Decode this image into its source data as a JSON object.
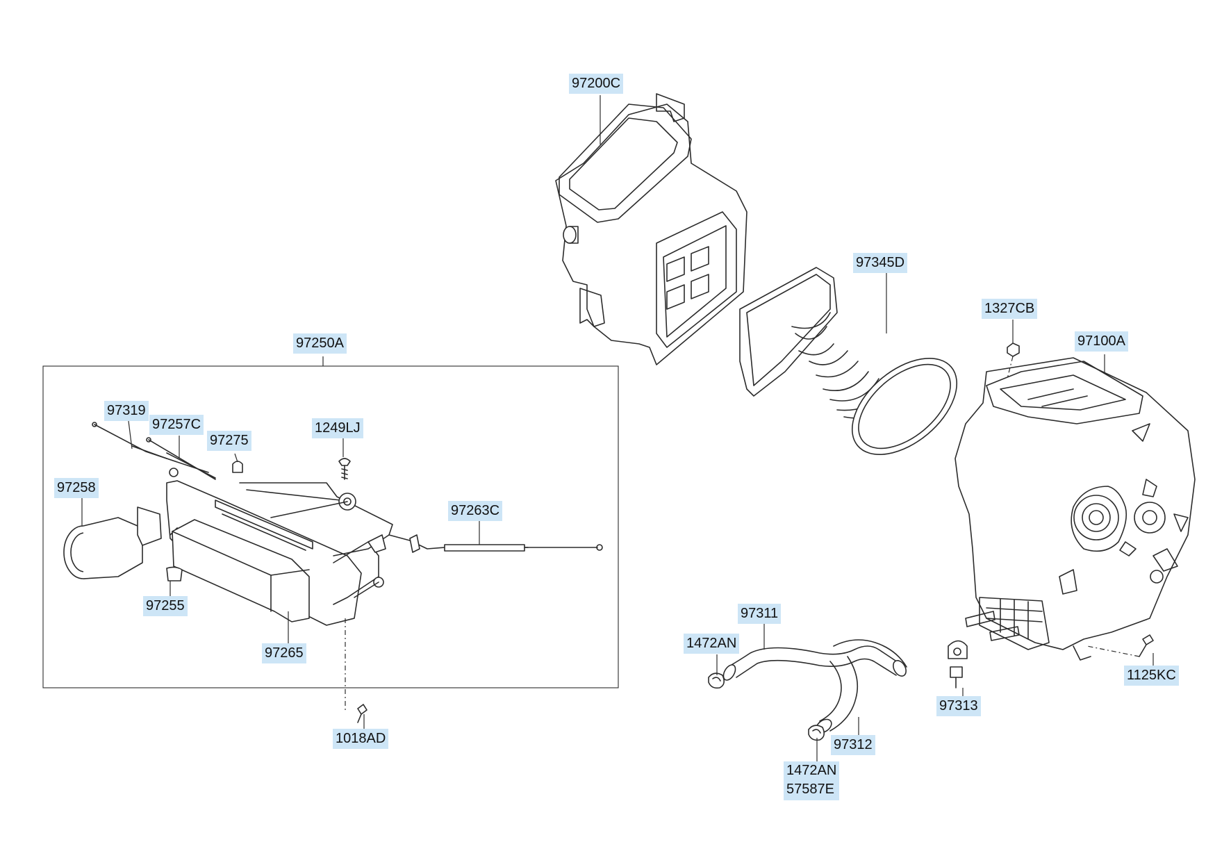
{
  "diagram": {
    "colors": {
      "label_bg": "#cde5f6",
      "line": "#2b2b2b",
      "background": "#ffffff"
    },
    "assembly_box_label": "97250A",
    "callouts": [
      {
        "id": "97200C",
        "text": "97200C"
      },
      {
        "id": "97345D",
        "text": "97345D"
      },
      {
        "id": "1327CB",
        "text": "1327CB"
      },
      {
        "id": "97100A",
        "text": "97100A"
      },
      {
        "id": "97250A",
        "text": "97250A"
      },
      {
        "id": "97319",
        "text": "97319"
      },
      {
        "id": "97257C",
        "text": "97257C"
      },
      {
        "id": "97275",
        "text": "97275"
      },
      {
        "id": "1249LJ",
        "text": "1249LJ"
      },
      {
        "id": "97258",
        "text": "97258"
      },
      {
        "id": "97263C",
        "text": "97263C"
      },
      {
        "id": "97255",
        "text": "97255"
      },
      {
        "id": "97265",
        "text": "97265"
      },
      {
        "id": "1018AD",
        "text": "1018AD"
      },
      {
        "id": "97311",
        "text": "97311"
      },
      {
        "id": "1472AN",
        "text": "1472AN"
      },
      {
        "id": "1472AN_57587E",
        "text": "1472AN\n57587E"
      },
      {
        "id": "97312",
        "text": "97312"
      },
      {
        "id": "97313",
        "text": "97313"
      },
      {
        "id": "1125KC",
        "text": "1125KC"
      }
    ]
  }
}
